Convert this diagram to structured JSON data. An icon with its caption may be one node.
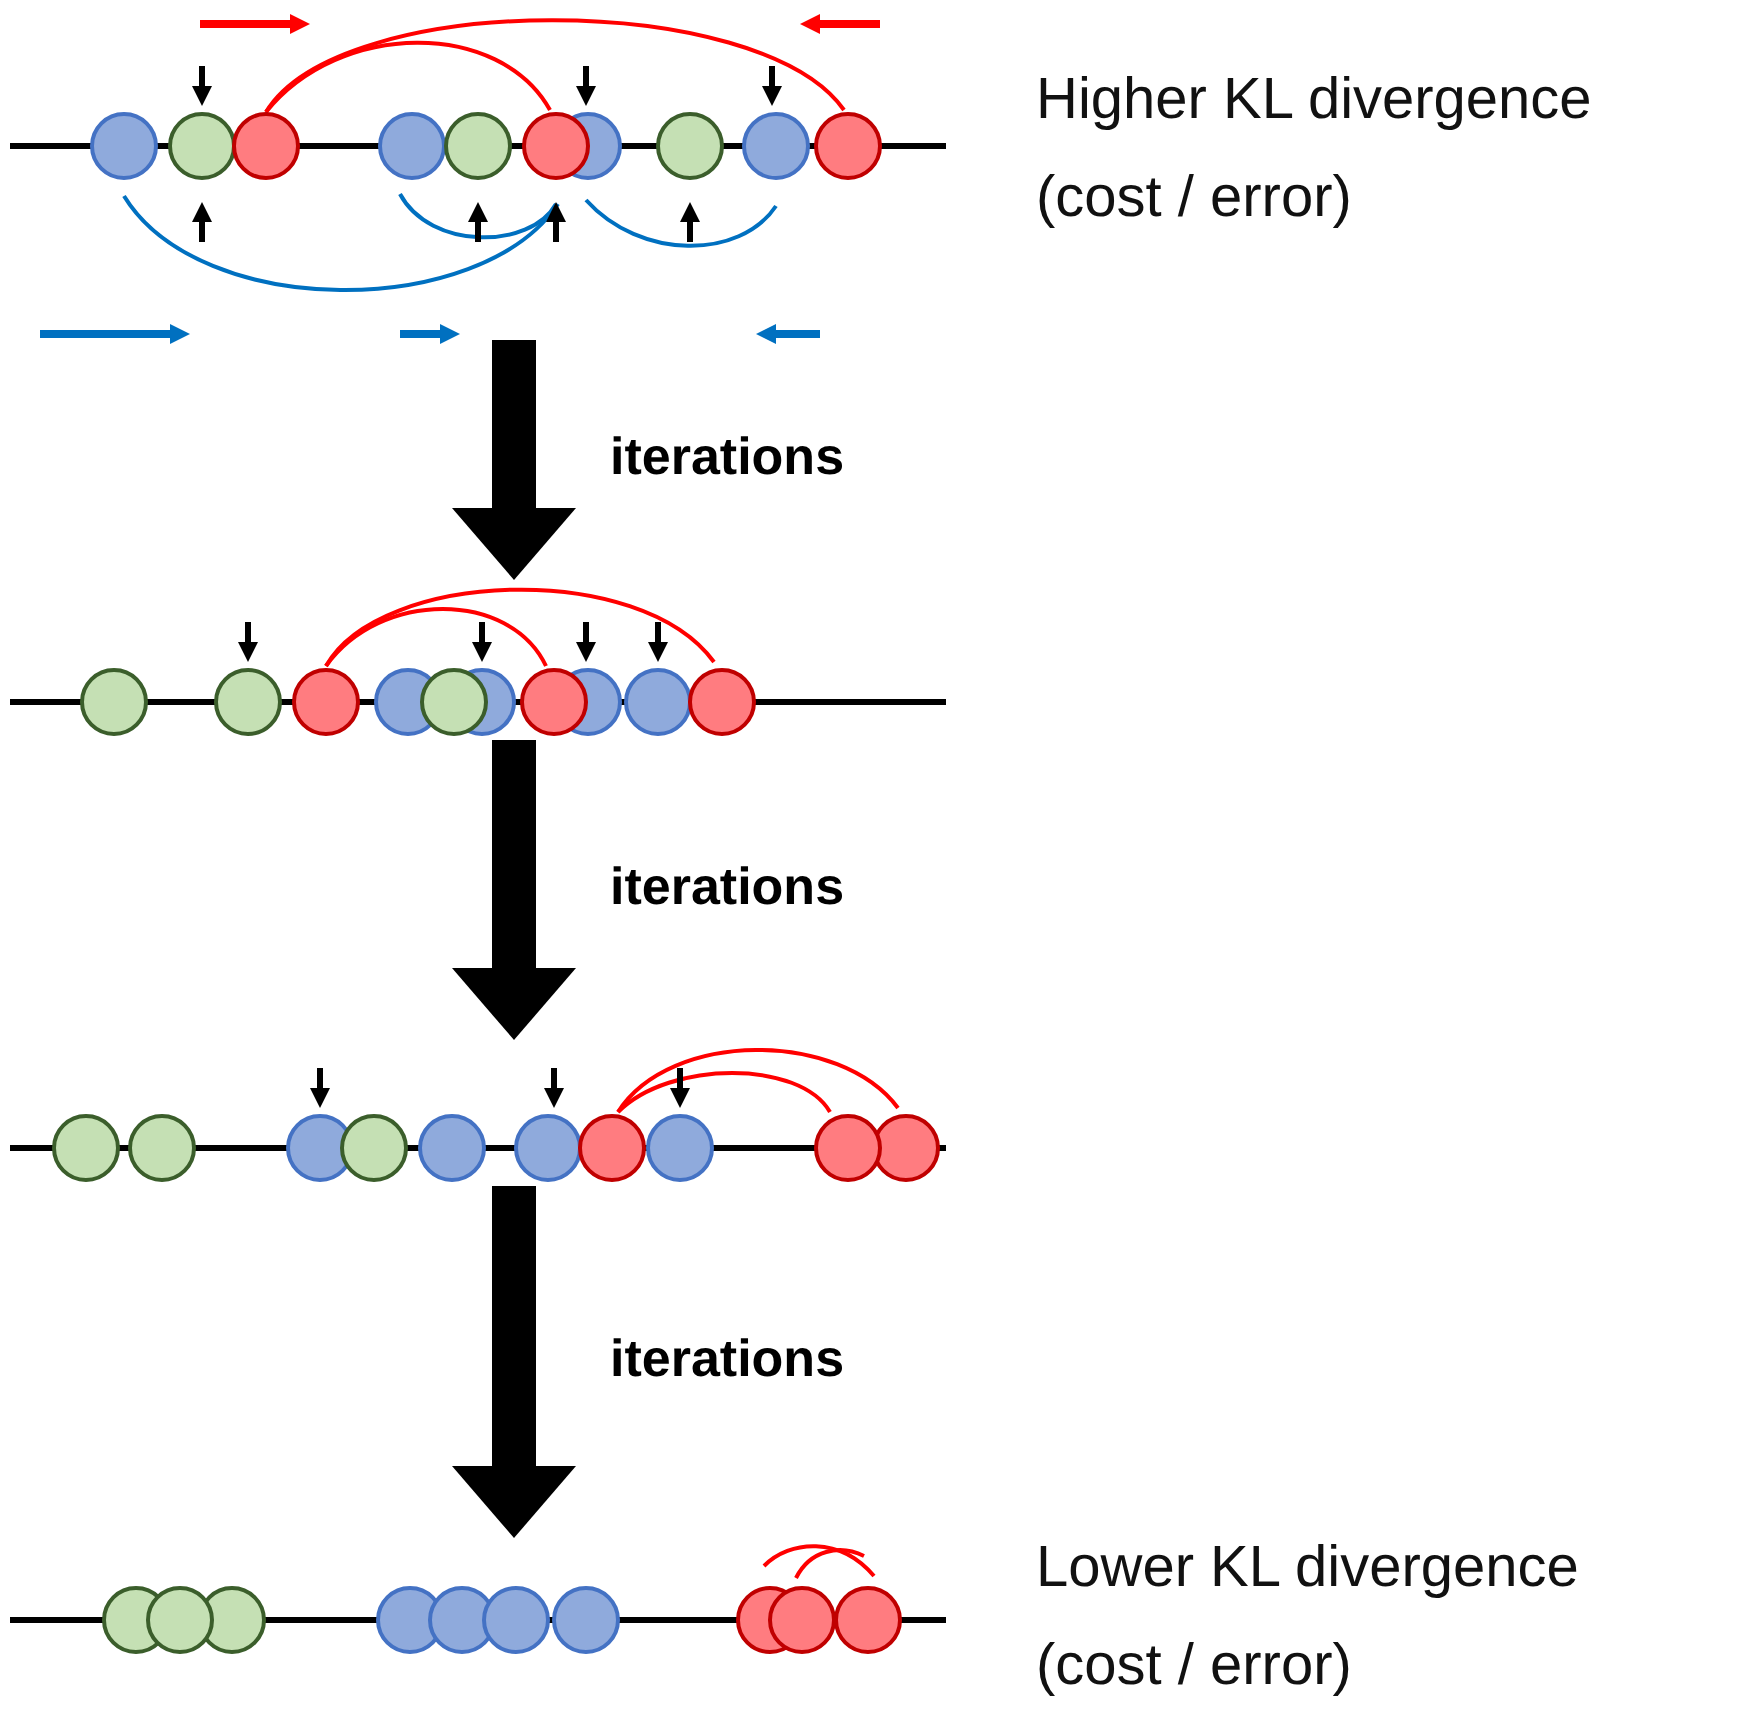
{
  "diagram": {
    "nodes": [
      {
        "text": [],
        "shape": "picture",
        "beside": [
          "Higher KL divergence (cost / error)"
        ]
      },
      {
        "text": [],
        "shape": "picture"
      },
      {
        "text": [],
        "shape": "picture"
      },
      {
        "text": [],
        "shape": "picture",
        "beside": [
          "Lower KL divergence (cost / error)"
        ]
      }
    ],
    "edges": [
      {
        "from": 0,
        "to": 1,
        "arrow": "to",
        "label": "iterations"
      },
      {
        "from": 1,
        "to": 2,
        "arrow": "to",
        "label": "iterations"
      },
      {
        "from": 2,
        "to": 3,
        "arrow": "to",
        "label": "iterations"
      }
    ]
  }
}
